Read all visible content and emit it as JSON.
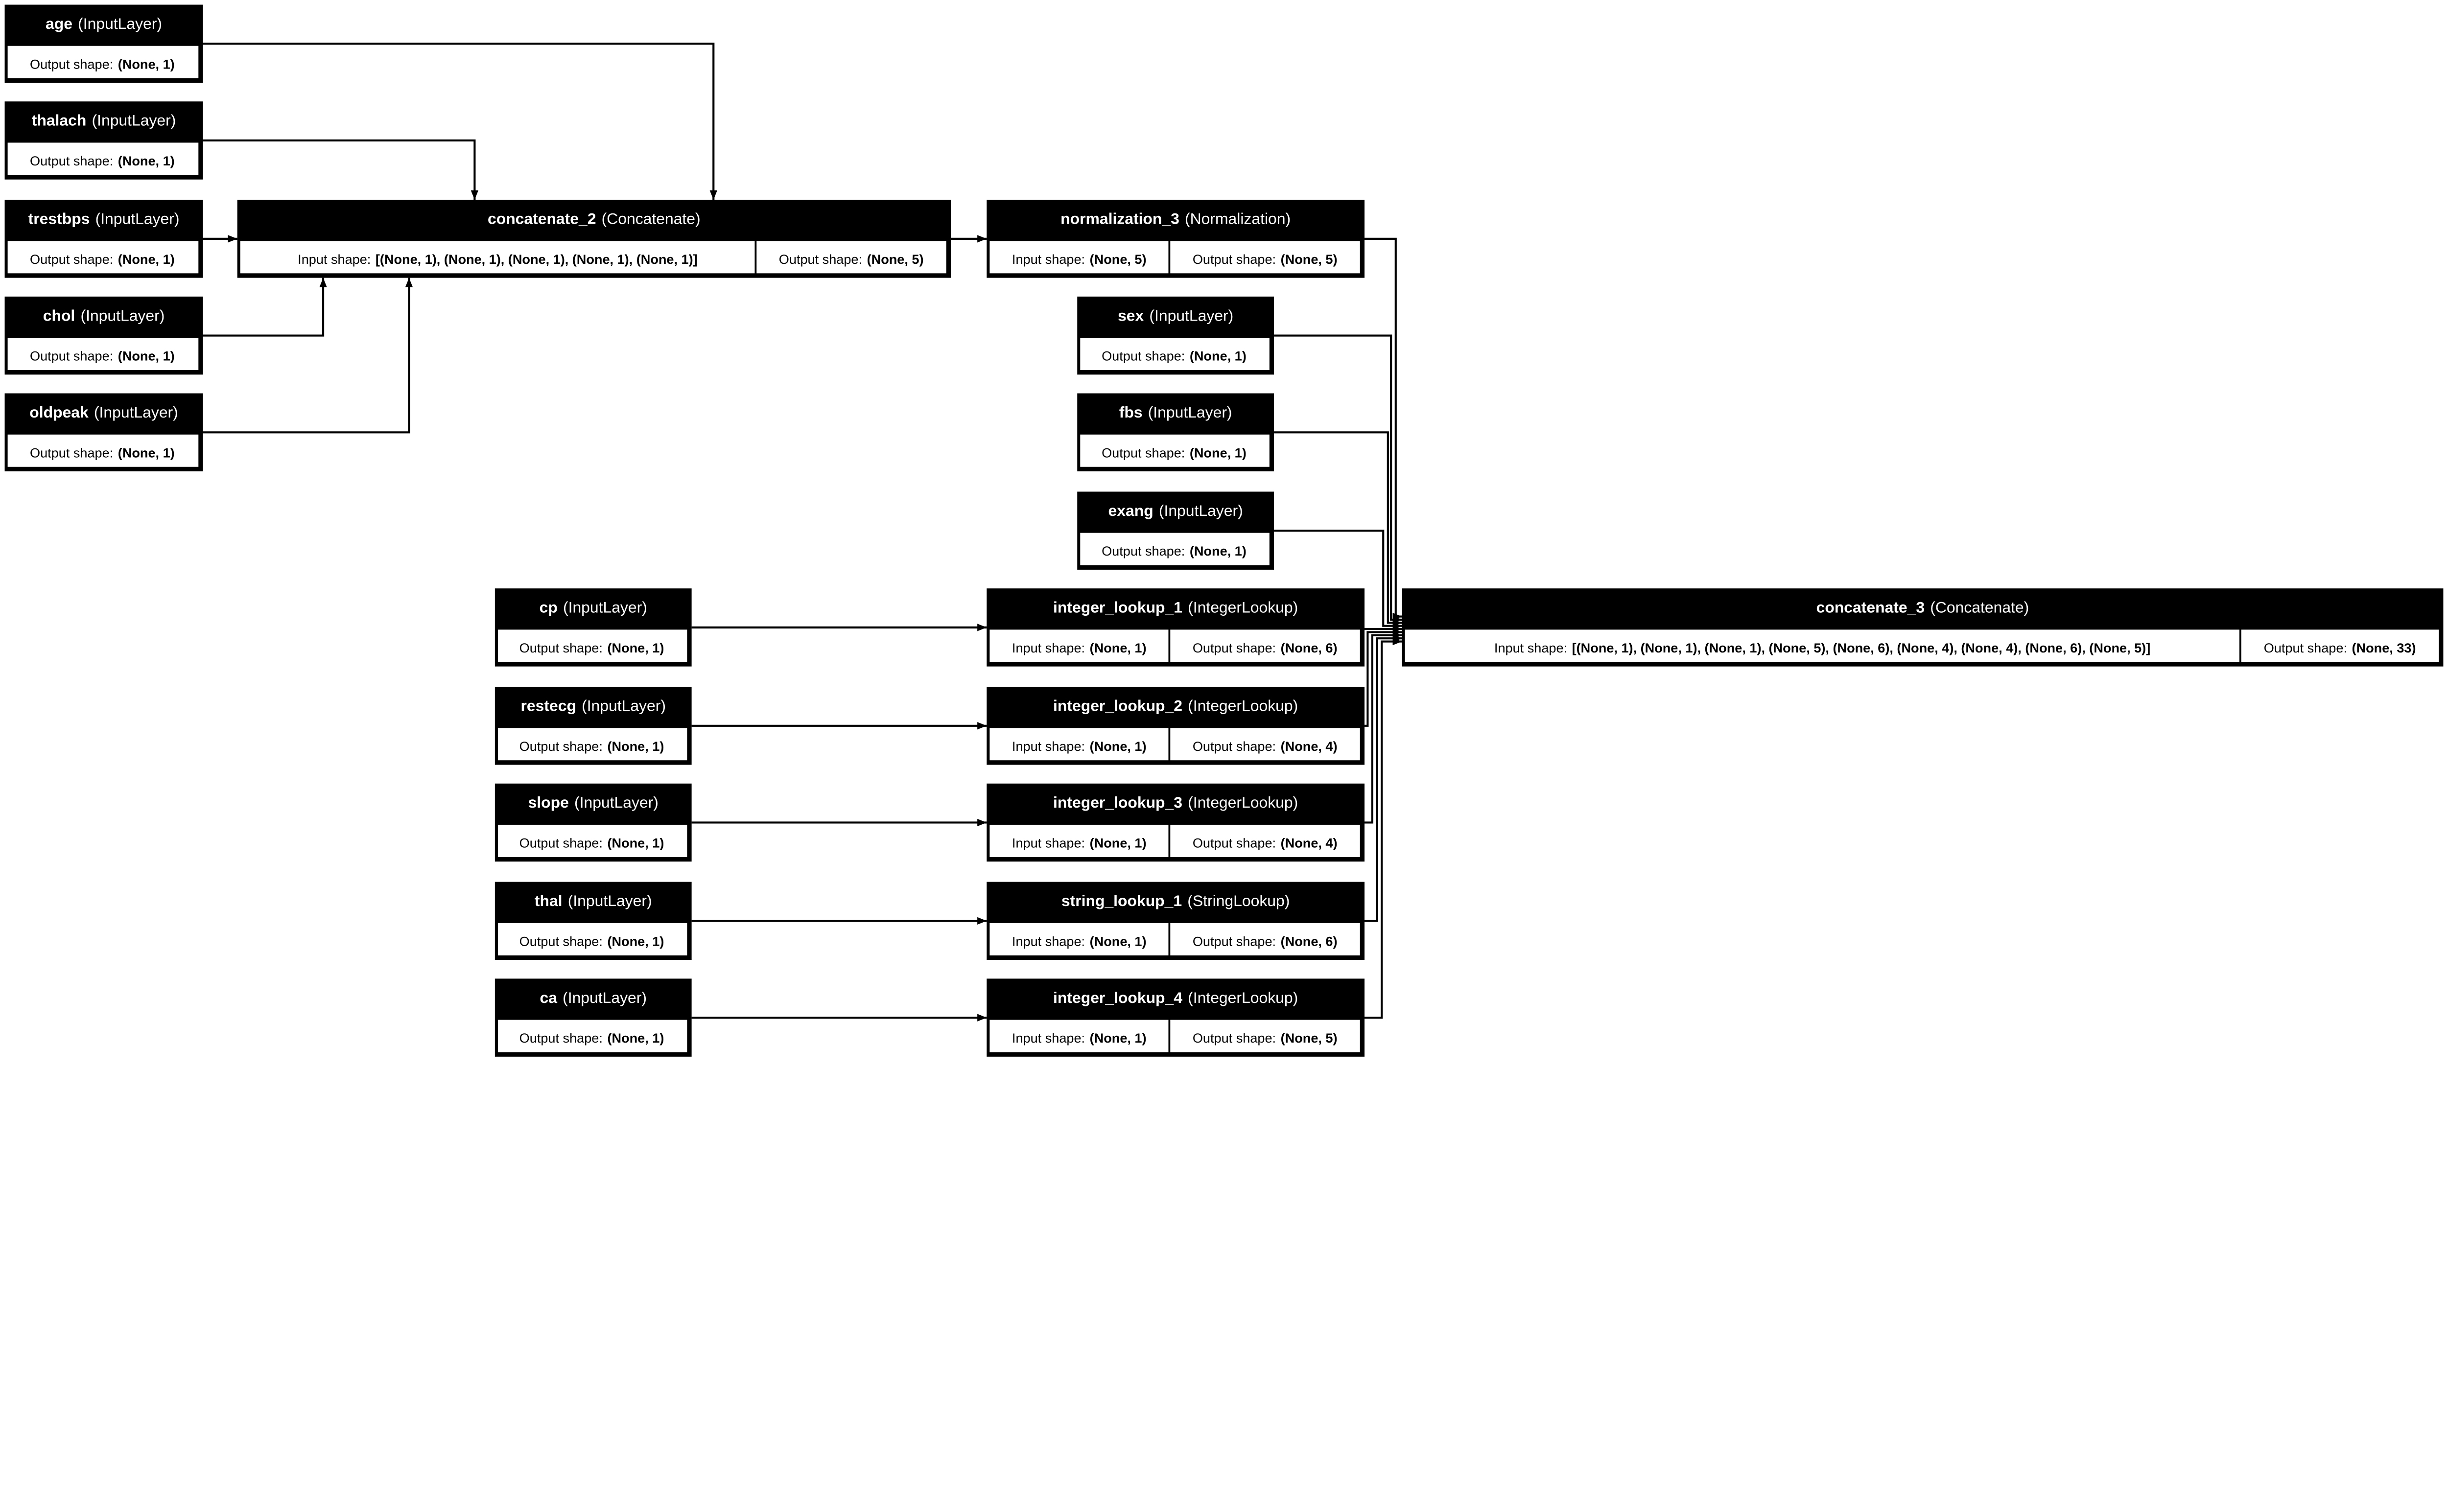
{
  "labels": {
    "input": "Input shape:",
    "output": "Output shape:"
  },
  "nodes": [
    {
      "id": "age",
      "name": "age",
      "type": "(InputLayer)",
      "output_shape": "(None, 1)"
    },
    {
      "id": "thalach",
      "name": "thalach",
      "type": "(InputLayer)",
      "output_shape": "(None, 1)"
    },
    {
      "id": "trestbps",
      "name": "trestbps",
      "type": "(InputLayer)",
      "output_shape": "(None, 1)"
    },
    {
      "id": "chol",
      "name": "chol",
      "type": "(InputLayer)",
      "output_shape": "(None, 1)"
    },
    {
      "id": "oldpeak",
      "name": "oldpeak",
      "type": "(InputLayer)",
      "output_shape": "(None, 1)"
    },
    {
      "id": "concatenate_2",
      "name": "concatenate_2",
      "type": "(Concatenate)",
      "input_shape": "[(None, 1), (None, 1), (None, 1), (None, 1), (None, 1)]",
      "output_shape": "(None, 5)"
    },
    {
      "id": "normalization_3",
      "name": "normalization_3",
      "type": "(Normalization)",
      "input_shape": "(None, 5)",
      "output_shape": "(None, 5)"
    },
    {
      "id": "sex",
      "name": "sex",
      "type": "(InputLayer)",
      "output_shape": "(None, 1)"
    },
    {
      "id": "fbs",
      "name": "fbs",
      "type": "(InputLayer)",
      "output_shape": "(None, 1)"
    },
    {
      "id": "exang",
      "name": "exang",
      "type": "(InputLayer)",
      "output_shape": "(None, 1)"
    },
    {
      "id": "cp",
      "name": "cp",
      "type": "(InputLayer)",
      "output_shape": "(None, 1)"
    },
    {
      "id": "restecg",
      "name": "restecg",
      "type": "(InputLayer)",
      "output_shape": "(None, 1)"
    },
    {
      "id": "slope",
      "name": "slope",
      "type": "(InputLayer)",
      "output_shape": "(None, 1)"
    },
    {
      "id": "thal",
      "name": "thal",
      "type": "(InputLayer)",
      "output_shape": "(None, 1)"
    },
    {
      "id": "ca",
      "name": "ca",
      "type": "(InputLayer)",
      "output_shape": "(None, 1)"
    },
    {
      "id": "integer_lookup_1",
      "name": "integer_lookup_1",
      "type": "(IntegerLookup)",
      "input_shape": "(None, 1)",
      "output_shape": "(None, 6)"
    },
    {
      "id": "integer_lookup_2",
      "name": "integer_lookup_2",
      "type": "(IntegerLookup)",
      "input_shape": "(None, 1)",
      "output_shape": "(None, 4)"
    },
    {
      "id": "integer_lookup_3",
      "name": "integer_lookup_3",
      "type": "(IntegerLookup)",
      "input_shape": "(None, 1)",
      "output_shape": "(None, 4)"
    },
    {
      "id": "string_lookup_1",
      "name": "string_lookup_1",
      "type": "(StringLookup)",
      "input_shape": "(None, 1)",
      "output_shape": "(None, 6)"
    },
    {
      "id": "integer_lookup_4",
      "name": "integer_lookup_4",
      "type": "(IntegerLookup)",
      "input_shape": "(None, 1)",
      "output_shape": "(None, 5)"
    },
    {
      "id": "concatenate_3",
      "name": "concatenate_3",
      "type": "(Concatenate)",
      "input_shape": "[(None, 1), (None, 1), (None, 1), (None, 5), (None, 6), (None, 4), (None, 4), (None, 6), (None, 5)]",
      "output_shape": "(None, 33)"
    }
  ],
  "edges": [
    [
      "age",
      "concatenate_2"
    ],
    [
      "thalach",
      "concatenate_2"
    ],
    [
      "trestbps",
      "concatenate_2"
    ],
    [
      "chol",
      "concatenate_2"
    ],
    [
      "oldpeak",
      "concatenate_2"
    ],
    [
      "concatenate_2",
      "normalization_3"
    ],
    [
      "normalization_3",
      "concatenate_3"
    ],
    [
      "sex",
      "concatenate_3"
    ],
    [
      "fbs",
      "concatenate_3"
    ],
    [
      "exang",
      "concatenate_3"
    ],
    [
      "cp",
      "integer_lookup_1"
    ],
    [
      "restecg",
      "integer_lookup_2"
    ],
    [
      "slope",
      "integer_lookup_3"
    ],
    [
      "thal",
      "string_lookup_1"
    ],
    [
      "ca",
      "integer_lookup_4"
    ],
    [
      "integer_lookup_1",
      "concatenate_3"
    ],
    [
      "integer_lookup_2",
      "concatenate_3"
    ],
    [
      "integer_lookup_3",
      "concatenate_3"
    ],
    [
      "string_lookup_1",
      "concatenate_3"
    ],
    [
      "integer_lookup_4",
      "concatenate_3"
    ]
  ]
}
